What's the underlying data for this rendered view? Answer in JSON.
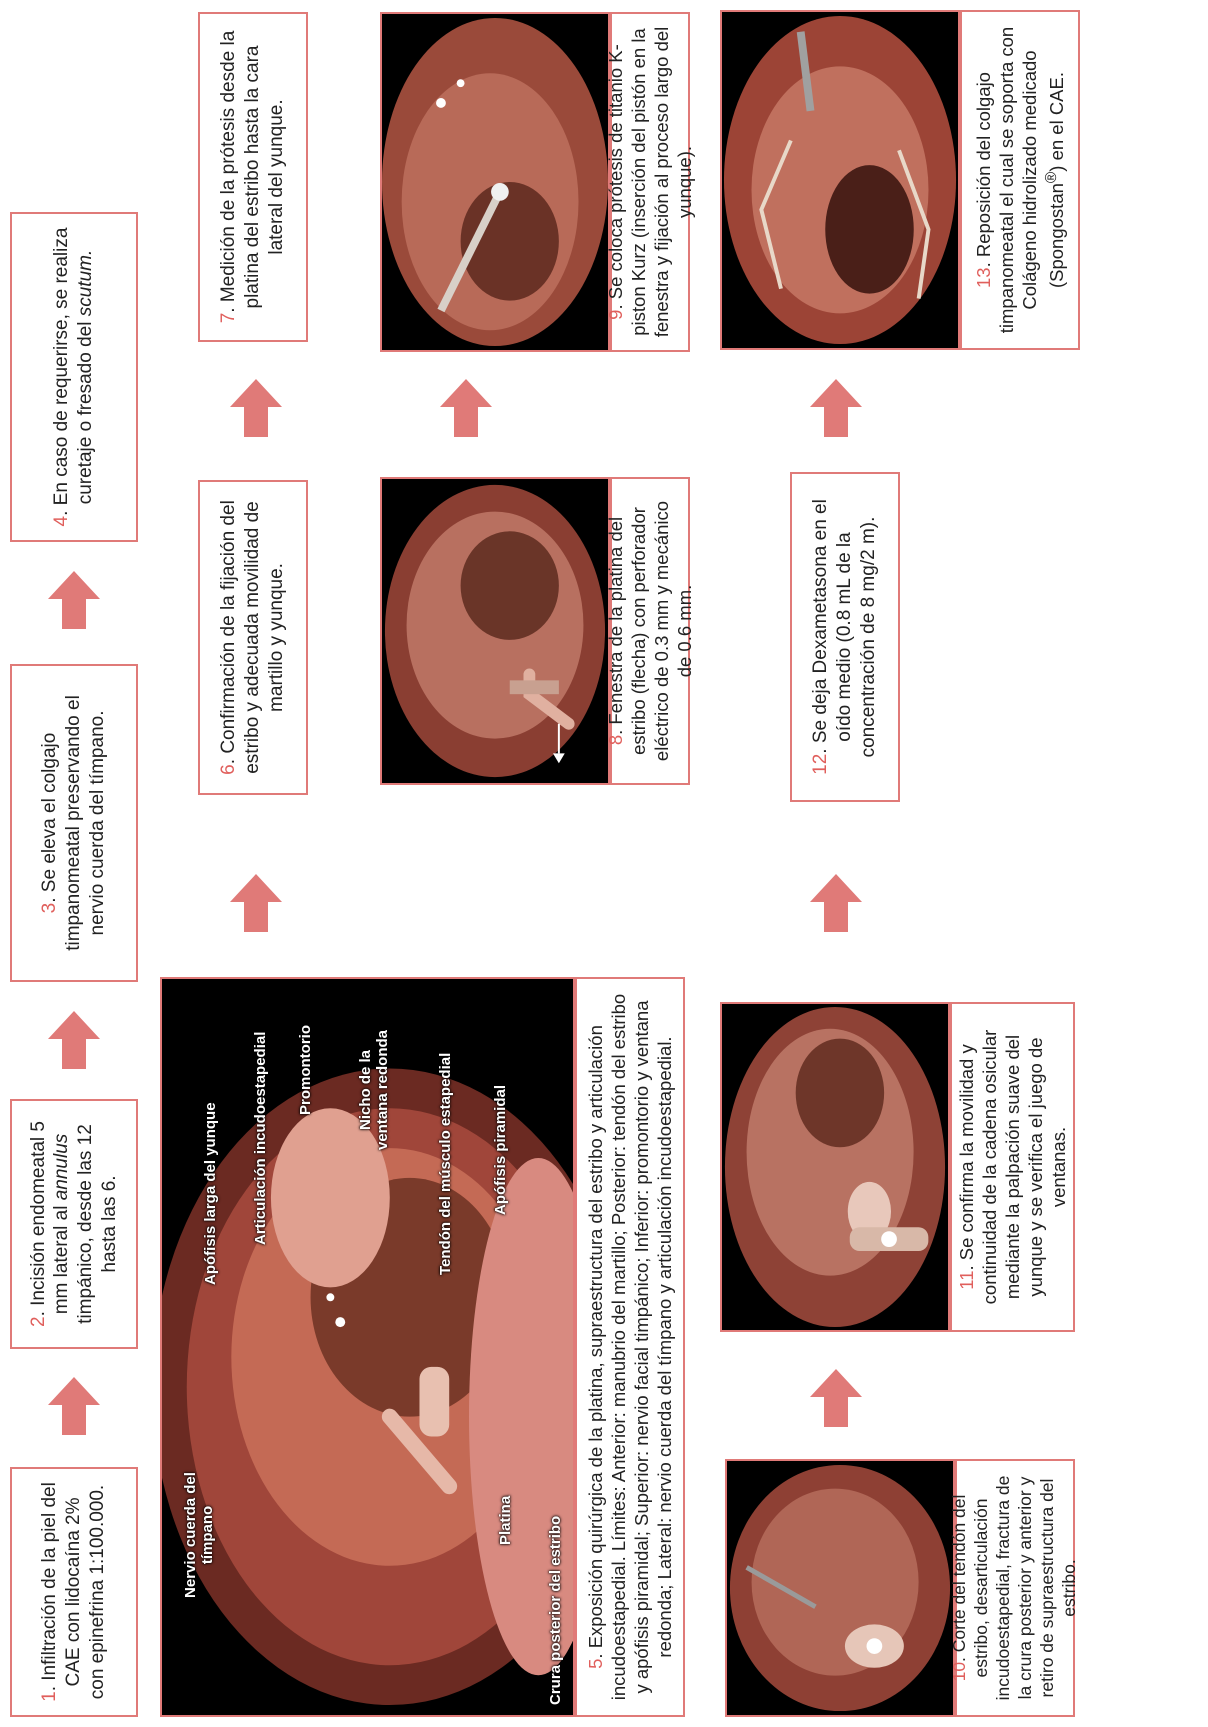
{
  "steps": {
    "s1": {
      "num": "1",
      "text": ". Infiltración de la piel del CAE con lidocaína 2% con epinefrina 1:100.000."
    },
    "s2": {
      "num": "2",
      "pre": ". Incisión endomeatal 5 mm lateral al ",
      "em": "annulus",
      "post": " timpánico, desde las 12 hasta las 6."
    },
    "s3": {
      "num": "3",
      "text": ". Se eleva el colgajo timpanomeatal preservando el nervio cuerda del tímpano."
    },
    "s4": {
      "num": "4",
      "pre": ". En caso de requerirse, se realiza curetaje o fresado del ",
      "em": "scutum."
    },
    "s5": {
      "num": "5",
      "text": ". Exposición quirúrgica de la platina, supraestructura del estribo y articulación incudoestapedial. Límites: Anterior: manubrio del martillo; Posterior: tendón del estribo y apófisis piramidal; Superior: nervio facial timpánico; Inferior: promontorio y ventana redonda; Lateral: nervio cuerda del tímpano y articulación incudoestapedial."
    },
    "s6": {
      "num": "6",
      "text": ". Confirmación de la fijación del estribo y adecuada movilidad de martillo y yunque."
    },
    "s7": {
      "num": "7",
      "text": ". Medición de la prótesis desde la platina del estribo hasta la cara lateral del yunque."
    },
    "s8": {
      "num": "8",
      "text": ". Fenestra de la platina del estribo (flecha) con perforador eléctrico de 0.3 mm y mecánico de 0.6 mm."
    },
    "s9": {
      "num": "9",
      "text": ". Se coloca prótesis de titanio K-piston Kurz (inserción del pistón en la fenestra y fijación al proceso largo del yunque)."
    },
    "s10": {
      "num": "10",
      "text": ". Corte del tendón del estribo, desarticulación incudoestapedial, fractura de la crura posterior y anterior y retiro de supraestructura del estribo."
    },
    "s11": {
      "num": "11",
      "text": ". Se confirma la movilidad y continuidad de la cadena osicular mediante la palpación suave del yunque y se verifica el juego de ventanas."
    },
    "s12": {
      "num": "12",
      "text": ". Se deja Dexametasona en el oído medio (0.8 mL de la concentración de 8 mg/2 m)."
    },
    "s13": {
      "num": "13",
      "pre": ". Reposición del colgajo timpanomeatal el cual se soporta con Colágeno hidrolizado medicado (Spongostan",
      "sup": "®",
      "post": ") en el CAE."
    }
  },
  "anatomy_labels": {
    "nervio_cuerda": "Nervio cuerda del tímpano",
    "apofisis_larga": "Apófisis larga del yunque",
    "articulacion": "Articulación incudoestapedial",
    "promontorio": "Promontorio",
    "nicho": "Nicho de la ventana redonda",
    "tendon": "Tendón del músculo estapedial",
    "piramidal": "Apófisis piramidal",
    "platina": "Platina",
    "crura": "Crura posterior del estribo"
  },
  "colors": {
    "accent": "#e05f5c",
    "border": "#e07a78",
    "tissue": "#c45a4f"
  }
}
